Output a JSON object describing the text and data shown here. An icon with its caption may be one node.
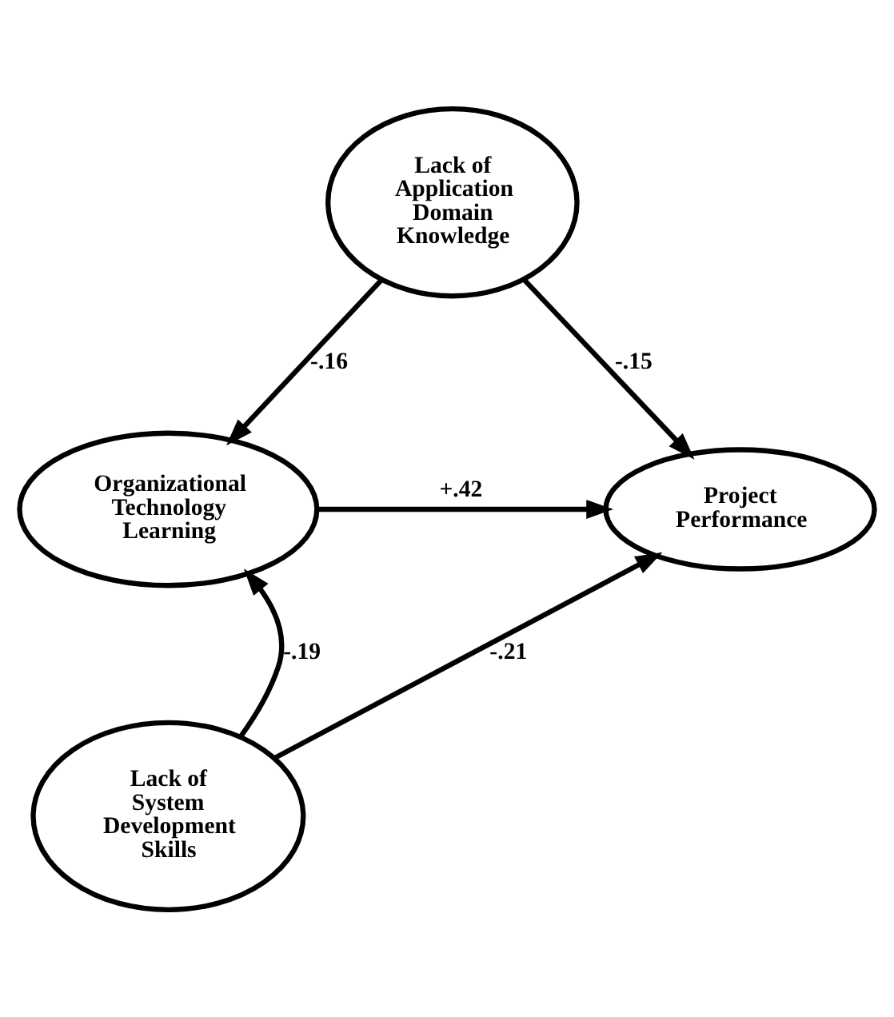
{
  "diagram": {
    "nodes": [
      {
        "text": [
          "Lack of Application Domain Knowledge"
        ]
      },
      {
        "text": [
          "Organizational Technology Learning"
        ]
      },
      {
        "text": [
          "Project Performance"
        ]
      },
      {
        "text": [
          "Lack of System Development Skills"
        ]
      }
    ],
    "edges": [
      {
        "from": 0,
        "to": 1,
        "arrow": "to",
        "label": "-.16"
      },
      {
        "from": 0,
        "to": 2,
        "arrow": "to",
        "label": "-.15"
      },
      {
        "from": 1,
        "to": 2,
        "arrow": "to",
        "label": "+.42"
      },
      {
        "from": 3,
        "to": 1,
        "arrow": "to",
        "label": "-.19"
      },
      {
        "from": 3,
        "to": 2,
        "arrow": "to",
        "label": "-.21"
      }
    ]
  }
}
